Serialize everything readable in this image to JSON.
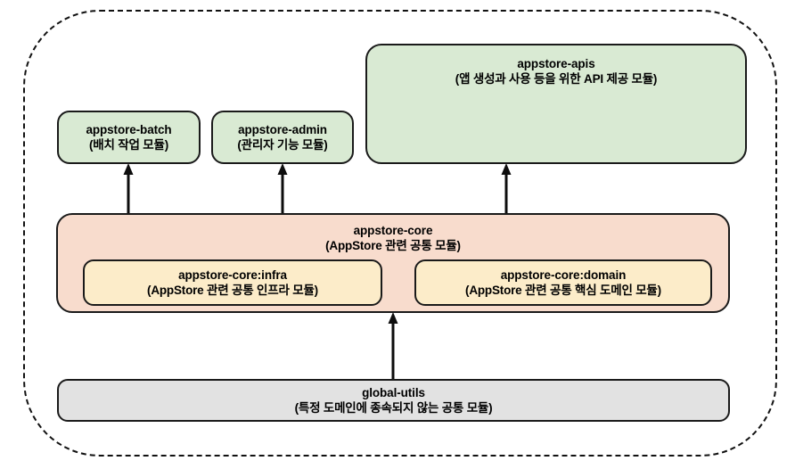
{
  "diagram": {
    "title_text": "module dependency diagram",
    "boundary": {
      "name": "system-boundary",
      "style": "dashed"
    },
    "colors": {
      "green": "#d9ead3",
      "peach": "#f8dccd",
      "yellow": "#fcecc9",
      "gray": "#e2e2e2",
      "stroke": "#1a1a1a",
      "background": "#ffffff"
    },
    "modules": {
      "apis": {
        "title": "appstore-apis",
        "subtitle": "(앱 생성과 사용 등을 위한 API 제공 모듈)"
      },
      "batch": {
        "title": "appstore-batch",
        "subtitle": "(배치 작업 모듈)"
      },
      "admin": {
        "title": "appstore-admin",
        "subtitle": "(관리자 기능 모듈)"
      },
      "core": {
        "title": "appstore-core",
        "subtitle": "(AppStore 관련 공통 모듈)"
      },
      "core_infra": {
        "title": "appstore-core:infra",
        "subtitle": "(AppStore 관련 공통 인프라 모듈)"
      },
      "core_domain": {
        "title": "appstore-core:domain",
        "subtitle": "(AppStore 관련 공통 핵심 도메인 모듈)"
      },
      "global_utils": {
        "title": "global-utils",
        "subtitle": "(특정 도메인에 종속되지 않는 공통 모듈)"
      }
    },
    "arrows": [
      {
        "name": "arrow-core-to-batch",
        "from": "appstore-core",
        "to": "appstore-batch"
      },
      {
        "name": "arrow-core-to-admin",
        "from": "appstore-core",
        "to": "appstore-admin"
      },
      {
        "name": "arrow-core-to-apis",
        "from": "appstore-core",
        "to": "appstore-apis"
      },
      {
        "name": "arrow-global-utils-to-core",
        "from": "global-utils",
        "to": "appstore-core"
      }
    ]
  }
}
